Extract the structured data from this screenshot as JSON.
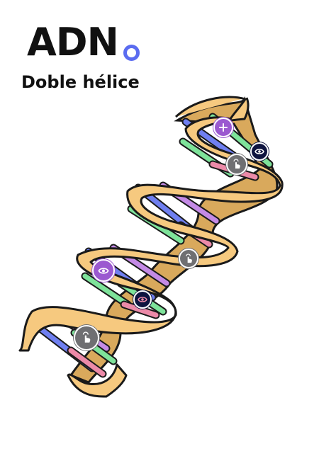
{
  "header": {
    "title": "ADN",
    "subtitle": "Doble hélice"
  },
  "colors": {
    "accent_dot": "#5b6cf0",
    "ribbon_fill": "#f6c97f",
    "ribbon_stroke": "#1a1a1a",
    "ribbon_shadow": "#d9a95c",
    "base_blue": "#6f7ff0",
    "base_green": "#7ee39a",
    "base_pink": "#ec8aa8",
    "base_purple": "#c48ae6",
    "hotspot_gray": "#6f6f72",
    "hotspot_purple": "#9b59d0",
    "hotspot_navy": "#0e1440"
  },
  "hotspots": [
    {
      "id": "plus",
      "icon": "plus-icon",
      "style": "purple"
    },
    {
      "id": "eye-top",
      "icon": "eye-icon",
      "style": "navy"
    },
    {
      "id": "tap-top",
      "icon": "hand-tap-icon",
      "style": "gray"
    },
    {
      "id": "tap-mid",
      "icon": "hand-tap-icon",
      "style": "gray"
    },
    {
      "id": "eye-purple",
      "icon": "eye-icon",
      "style": "purple"
    },
    {
      "id": "eye-bottom",
      "icon": "eye-icon",
      "style": "navy"
    },
    {
      "id": "tap-bottom",
      "icon": "hand-tap-icon",
      "style": "gray"
    }
  ]
}
